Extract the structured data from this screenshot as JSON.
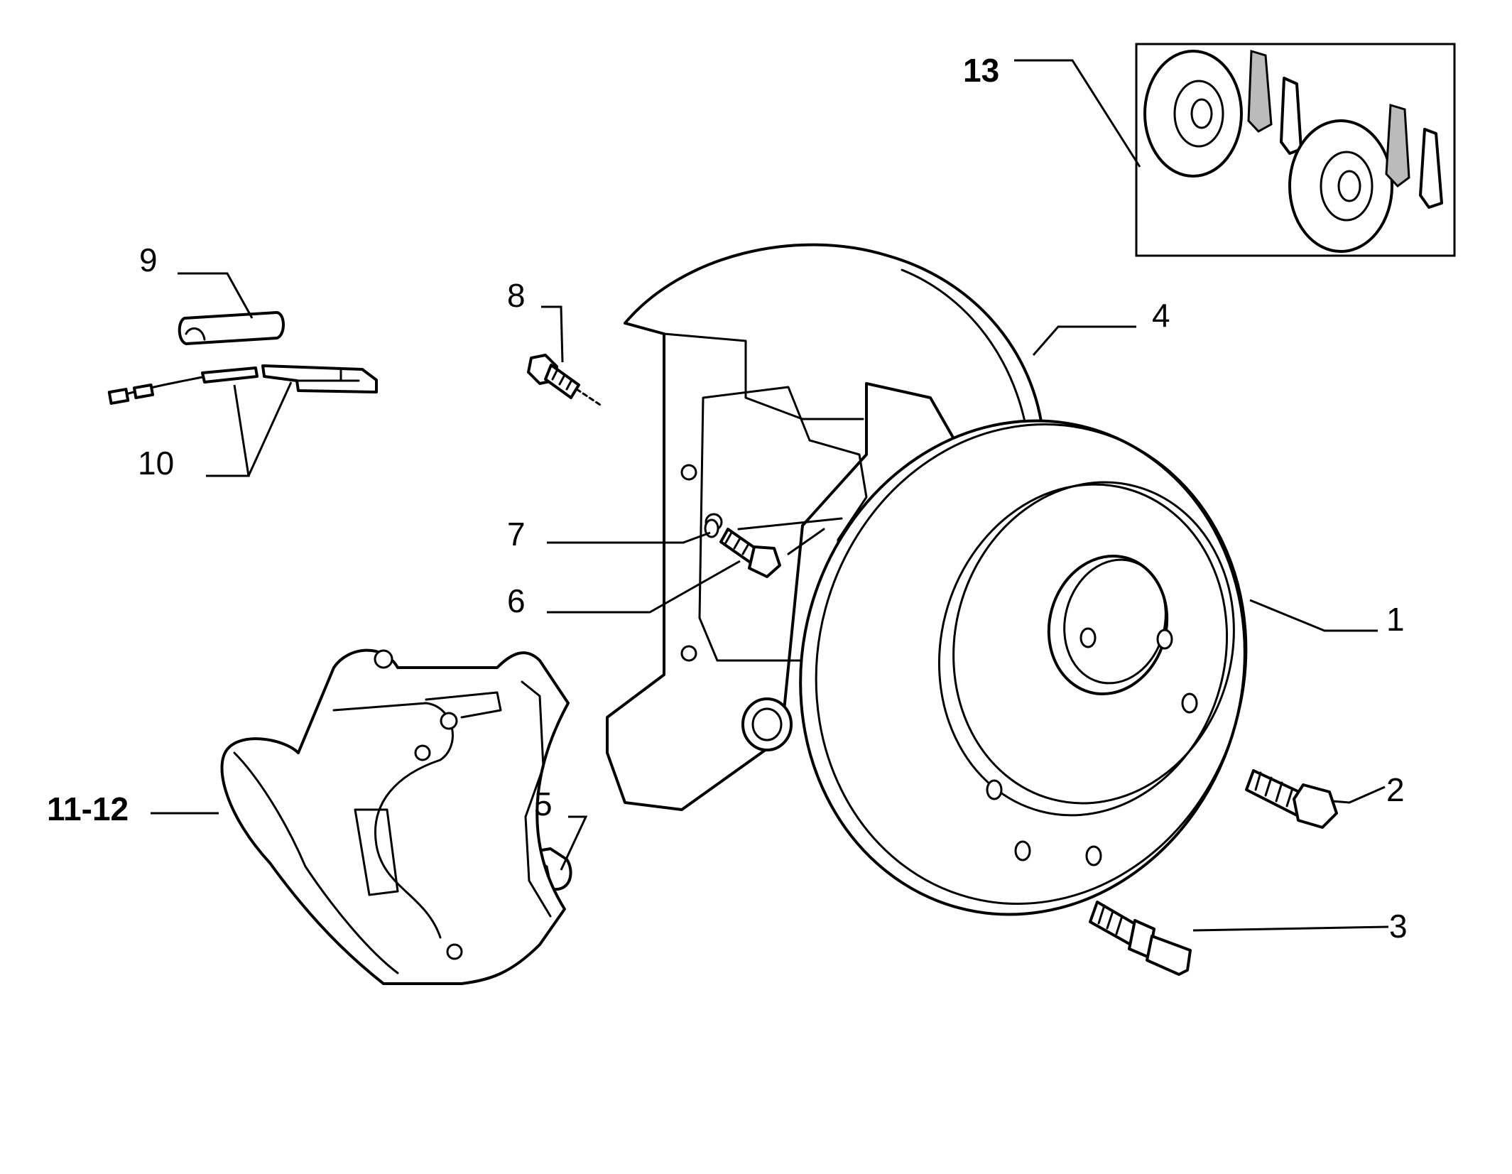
{
  "callouts": [
    {
      "id": "c1",
      "text": "1",
      "bold": false
    },
    {
      "id": "c2",
      "text": "2",
      "bold": false
    },
    {
      "id": "c3",
      "text": "3",
      "bold": false
    },
    {
      "id": "c4",
      "text": "4",
      "bold": false
    },
    {
      "id": "c5",
      "text": "5",
      "bold": false
    },
    {
      "id": "c6",
      "text": "6",
      "bold": false
    },
    {
      "id": "c7",
      "text": "7",
      "bold": false
    },
    {
      "id": "c8",
      "text": "8",
      "bold": false
    },
    {
      "id": "c9",
      "text": "9",
      "bold": false
    },
    {
      "id": "c10",
      "text": "10",
      "bold": false
    },
    {
      "id": "c11",
      "text": "11-12",
      "bold": true
    },
    {
      "id": "c13",
      "text": "13",
      "bold": true
    }
  ]
}
